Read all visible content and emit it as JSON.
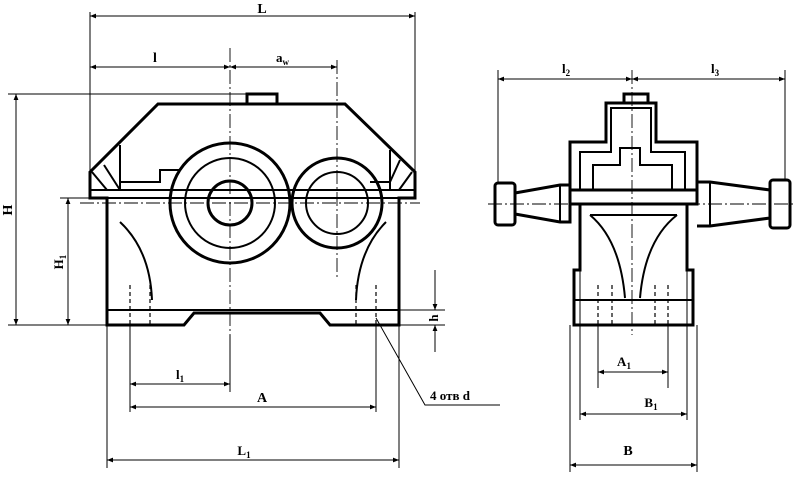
{
  "labels": {
    "L": "L",
    "l": "l",
    "aw_main": "a",
    "aw_sub": "w",
    "H": "H",
    "H1_main": "H",
    "H1_sub": "1",
    "h": "h",
    "l1_main": "l",
    "l1_sub": "1",
    "A": "A",
    "L1_main": "L",
    "L1_sub": "1",
    "holes": "4 отв d",
    "l2_main": "l",
    "l2_sub": "2",
    "l3_main": "l",
    "l3_sub": "3",
    "A1_main": "A",
    "A1_sub": "1",
    "B1_main": "B",
    "B1_sub": "1",
    "B": "B"
  }
}
